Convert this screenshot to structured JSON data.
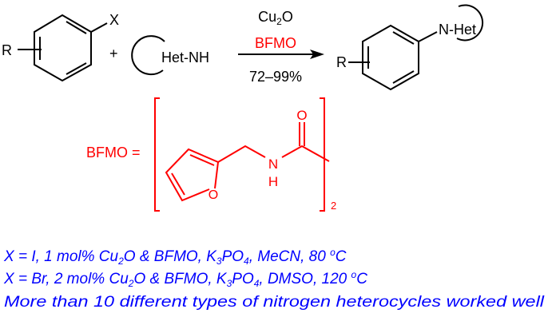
{
  "reactants": {
    "r_label": "R",
    "x_label": "X",
    "plus": "+",
    "amine": "Het-NH"
  },
  "conditions": {
    "catalyst_main": "Cu",
    "catalyst_sub": "2",
    "catalyst_end": "O",
    "ligand": "BFMO",
    "yield": "72–99%"
  },
  "product": {
    "r_label": "R",
    "n_het": "N-Het"
  },
  "ligand_structure": {
    "label": "BFMO =",
    "o_carbonyl": "O",
    "n": "N",
    "h": "H",
    "o_furan": "O",
    "multiplier": "2"
  },
  "notes": [
    {
      "parts": [
        "X = I, 1 mol% Cu",
        "2",
        "O & BFMO, K",
        "3",
        "PO",
        "4",
        ", MeCN, 80 ",
        "o",
        "C"
      ]
    },
    {
      "parts": [
        "X = Br, 2 mol% Cu",
        "2",
        "O & BFMO, K",
        "3",
        "PO",
        "4",
        ", DMSO, 120 ",
        "o",
        "C"
      ]
    },
    {
      "text": "More than 10 different types of nitrogen heterocycles worked well"
    }
  ],
  "colors": {
    "ligand": "#ff0000",
    "notes": "#0000ff",
    "scheme": "#000000"
  }
}
